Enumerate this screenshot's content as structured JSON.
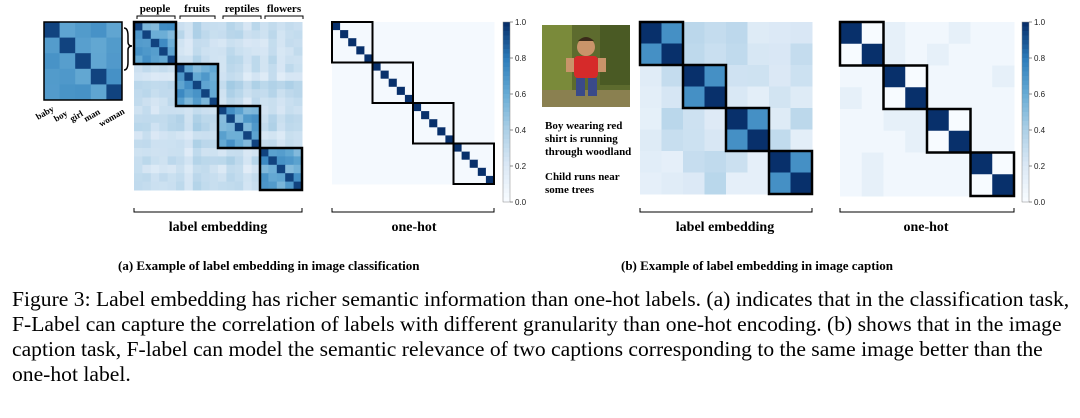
{
  "panel_a": {
    "small_labels": [
      "baby",
      "boy",
      "girl",
      "man",
      "woman"
    ],
    "group_labels": [
      "people",
      "fruits",
      "reptiles",
      "flowers"
    ],
    "left_title": "label embedding",
    "right_title": "one-hot",
    "subcaption": "(a) Example of label embedding in image classification"
  },
  "panel_b": {
    "caption_1": [
      "Boy wearing red",
      "shirt is running",
      "through woodland"
    ],
    "caption_2": [
      "Child runs near",
      "some trees"
    ],
    "left_title": "label embedding",
    "right_title": "one-hot",
    "subcaption": "(b) Example of label embedding in image caption"
  },
  "colorbar_ticks": [
    "1.0",
    "0.8",
    "0.6",
    "0.4",
    "0.2",
    "0.0"
  ],
  "colors": {
    "high": "#08306b",
    "mid": "#4a98c9",
    "low": "#f7fbff"
  },
  "figure_caption": "Figure 3: Label embedding has richer semantic information than one-hot labels. (a) indicates that in the classification task, F-Label can capture the correlation of labels with different granularity than one-hot encoding. (b) shows that in the image caption task, F-label can model the semantic relevance of two captions corresponding to the same image better than the one-hot label."
}
